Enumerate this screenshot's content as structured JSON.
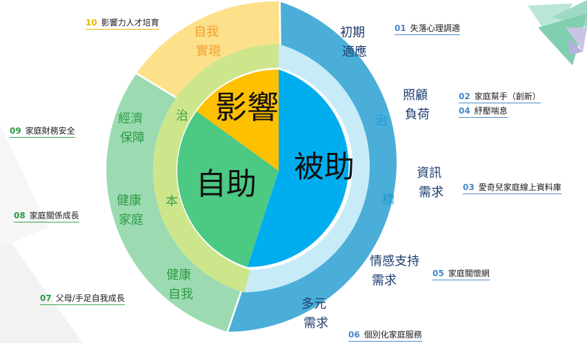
{
  "center": {
    "influence": "影響",
    "self_help": "自助",
    "assisted": "被助"
  },
  "middle_ring": {
    "zhi_left": "治",
    "ben": "本",
    "zhi_right": "治",
    "biao": "標"
  },
  "outer_ring": {
    "self_realization": [
      "自我",
      "實現"
    ],
    "financial_security": [
      "經濟",
      "保障"
    ],
    "healthy_family": [
      "健康",
      "家庭"
    ],
    "healthy_self": [
      "健康",
      "自我"
    ],
    "initial_adaptation": [
      "初期",
      "適應"
    ],
    "care_burden": [
      "照顧",
      "負荷"
    ],
    "info_needs": [
      "資訊",
      "需求"
    ],
    "emotional_support": [
      "情感支持",
      "需求"
    ],
    "diverse_needs": [
      "多元",
      "需求"
    ]
  },
  "labels": {
    "l01": {
      "num": "01",
      "text": "失落心理調適"
    },
    "l02": {
      "num": "02",
      "text": "家庭幫手（創新）"
    },
    "l04": {
      "num": "04",
      "text": "紓壓喘息"
    },
    "l03": {
      "num": "03",
      "text": "愛奇兒家庭線上資料庫"
    },
    "l05": {
      "num": "05",
      "text": "家庭關懷網"
    },
    "l06": {
      "num": "06",
      "text": "個別化家庭服務"
    },
    "l07": {
      "num": "07",
      "text": "父母/手足自我成長"
    },
    "l08": {
      "num": "08",
      "text": "家庭關係成長"
    },
    "l09": {
      "num": "09",
      "text": "家庭財務安全"
    },
    "l10": {
      "num": "10",
      "text": "影響力人才培育"
    }
  },
  "colors": {
    "outer_blue": "#4aaed8",
    "outer_green": "#9cdbb2",
    "outer_yellow": "#fde08a",
    "mid_blue": "#c8ebf8",
    "mid_green": "#cde68c",
    "inner_blue": "#00aeef",
    "inner_green": "#4cc983",
    "inner_gold": "#ffc000"
  }
}
